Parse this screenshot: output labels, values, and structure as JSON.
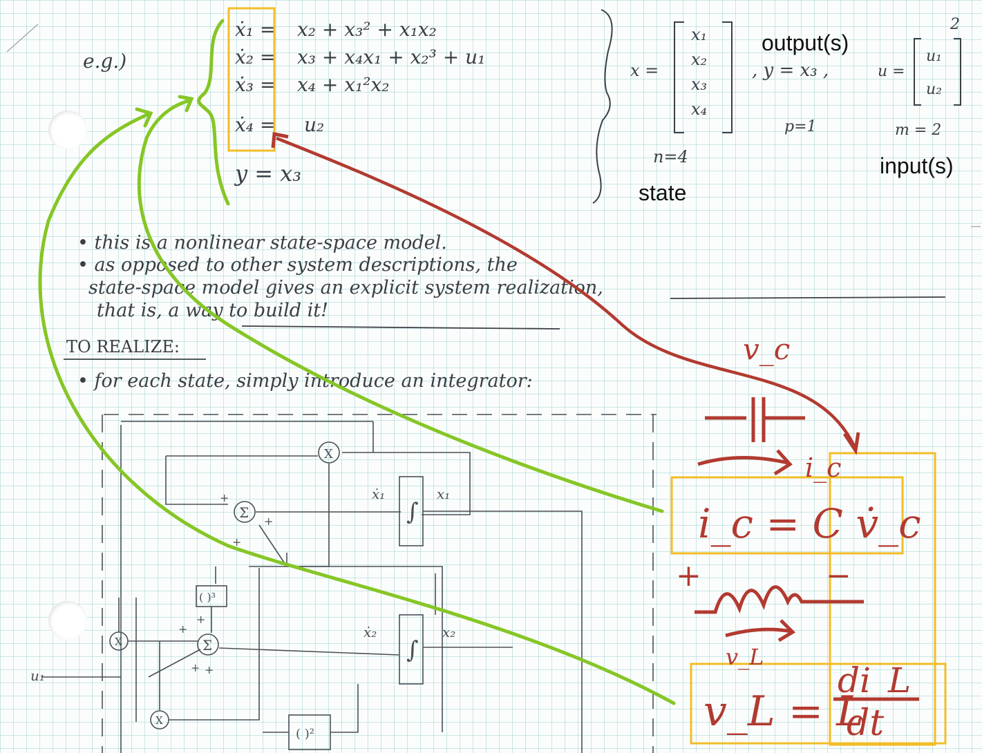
{
  "annotations": {
    "output_label": "output(s)",
    "input_label": "input(s)",
    "state_label": "state"
  },
  "handwriting": {
    "eg": "e.g.)",
    "superscript_2": "2",
    "eq1_lhs": "ẋ₁ =",
    "eq1_rhs": "x₂ + x₃² + x₁x₂",
    "eq2_lhs": "ẋ₂ =",
    "eq2_rhs": "x₃ + x₄x₁ + x₂³ + u₁",
    "eq3_lhs": "ẋ₃ =",
    "eq3_rhs": "x₄ + x₁²x₂",
    "eq4_lhs": "ẋ₄ =",
    "eq4_rhs": "u₂",
    "output_eq": "y = x₃",
    "state_vector_lhs": "x =",
    "state_vector": [
      "x₁",
      "x₂",
      "x₃",
      "x₄"
    ],
    "n_value": "n=4",
    "output_def": ", y = x₃ ,",
    "p_value": "p=1",
    "input_vector_lhs": "u =",
    "input_vector": [
      "u₁",
      "u₂"
    ],
    "m_value": "m = 2",
    "note1": "• this is a nonlinear state-space model.",
    "note2": "• as opposed to other system descriptions, the",
    "note3": "state-space model gives an explicit system realization,",
    "note4": "that is, a way to build it!",
    "heading_realize": "TO REALIZE:",
    "note5": "• for each state, simply introduce an integrator:",
    "diagram": {
      "mult_symbol": "X",
      "sum_symbol": "Σ",
      "integral_symbol": "∫",
      "x1_dot": "ẋ₁",
      "x1": "x₁",
      "x2_dot": "ẋ₂",
      "x2": "x₂",
      "cube_block": "( )³",
      "square_block": "( )²",
      "u1": "u₁",
      "plus": "+"
    },
    "red": {
      "vc_top": "v_c",
      "ic_arrow": "i_c",
      "capacitor_eq": "i_c = C v̇_c",
      "vL_symbol": "v_L",
      "inductor_eq": "v_L = L",
      "di": "di_L",
      "dt": "dt",
      "plus": "+",
      "minus": "−"
    }
  },
  "colors": {
    "paper": "#fbfdfc",
    "grid": "#78bec3",
    "pencil": "#3a3f45",
    "green_annotation": "#86c626",
    "red_annotation": "#b23a30",
    "box_annotation": "#f2bd26"
  }
}
